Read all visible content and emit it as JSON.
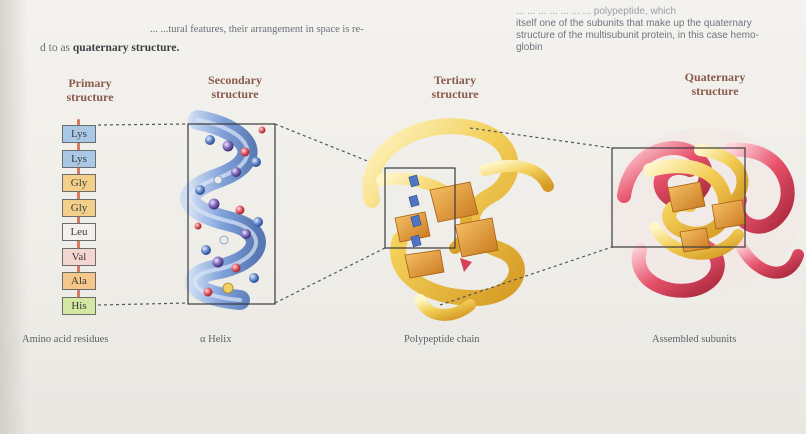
{
  "top_text": {
    "left_line1": "... ...tural features, their arrangement in space is re-",
    "left_line2_prefix": "d to as ",
    "left_line2_bold": "quaternary structure.",
    "right_lines": [
      "... ... ... ... ... ... ... polypeptide, which",
      "itself one of the subunits that make up the quaternary",
      "structure of the multisubunit protein, in this case hemo-",
      "globin"
    ]
  },
  "headings": {
    "primary": [
      "Primary",
      "structure"
    ],
    "secondary": [
      "Secondary",
      "structure"
    ],
    "tertiary": [
      "Tertiary",
      "structure"
    ],
    "quaternary": [
      "Quaternary",
      "structure"
    ]
  },
  "residues": [
    {
      "label": "Lys",
      "color": "#a9c8e6"
    },
    {
      "label": "Lys",
      "color": "#a9c8e6"
    },
    {
      "label": "Gly",
      "color": "#f2d08a"
    },
    {
      "label": "Gly",
      "color": "#f2d08a"
    },
    {
      "label": "Leu",
      "color": "#f4f1ec"
    },
    {
      "label": "Val",
      "color": "#f4d6d0"
    },
    {
      "label": "Ala",
      "color": "#f4c88a"
    },
    {
      "label": "His",
      "color": "#d4e8a2"
    }
  ],
  "captions": {
    "primary": "Amino acid residues",
    "secondary": "α Helix",
    "tertiary": "Polypeptide chain",
    "quaternary": "Assembled subunits"
  },
  "colors": {
    "heading": "#8a5a4a",
    "helix_blue": "#5b82c8",
    "tertiary_yellow": "#f1c94c",
    "tertiary_orange": "#d98c2a",
    "quaternary_red": "#d8405a",
    "connector": "#555555"
  }
}
